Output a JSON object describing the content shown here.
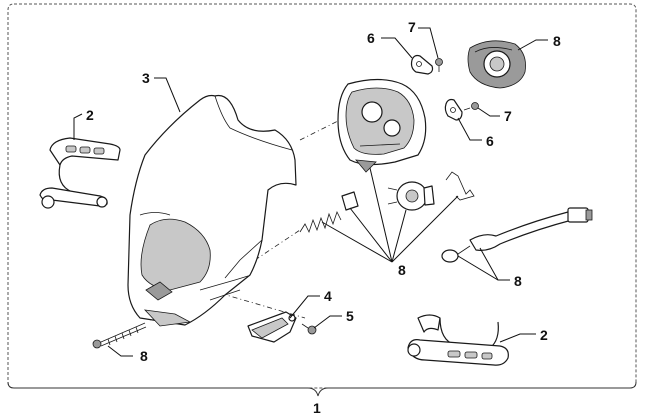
{
  "callouts": {
    "c1": "1",
    "c2_left": "2",
    "c2_right": "2",
    "c3": "3",
    "c4": "4",
    "c5": "5",
    "c6_top": "6",
    "c6_mid": "6",
    "c7_top": "7",
    "c7_mid": "7",
    "c8_boot": "8",
    "c8_center": "8",
    "c8_socket": "8",
    "c8_screw": "8"
  },
  "colors": {
    "line": "#1a1a1a",
    "frame": "#555555",
    "fill_light": "#c8c8c8",
    "fill_dark": "#9a9a9a"
  }
}
